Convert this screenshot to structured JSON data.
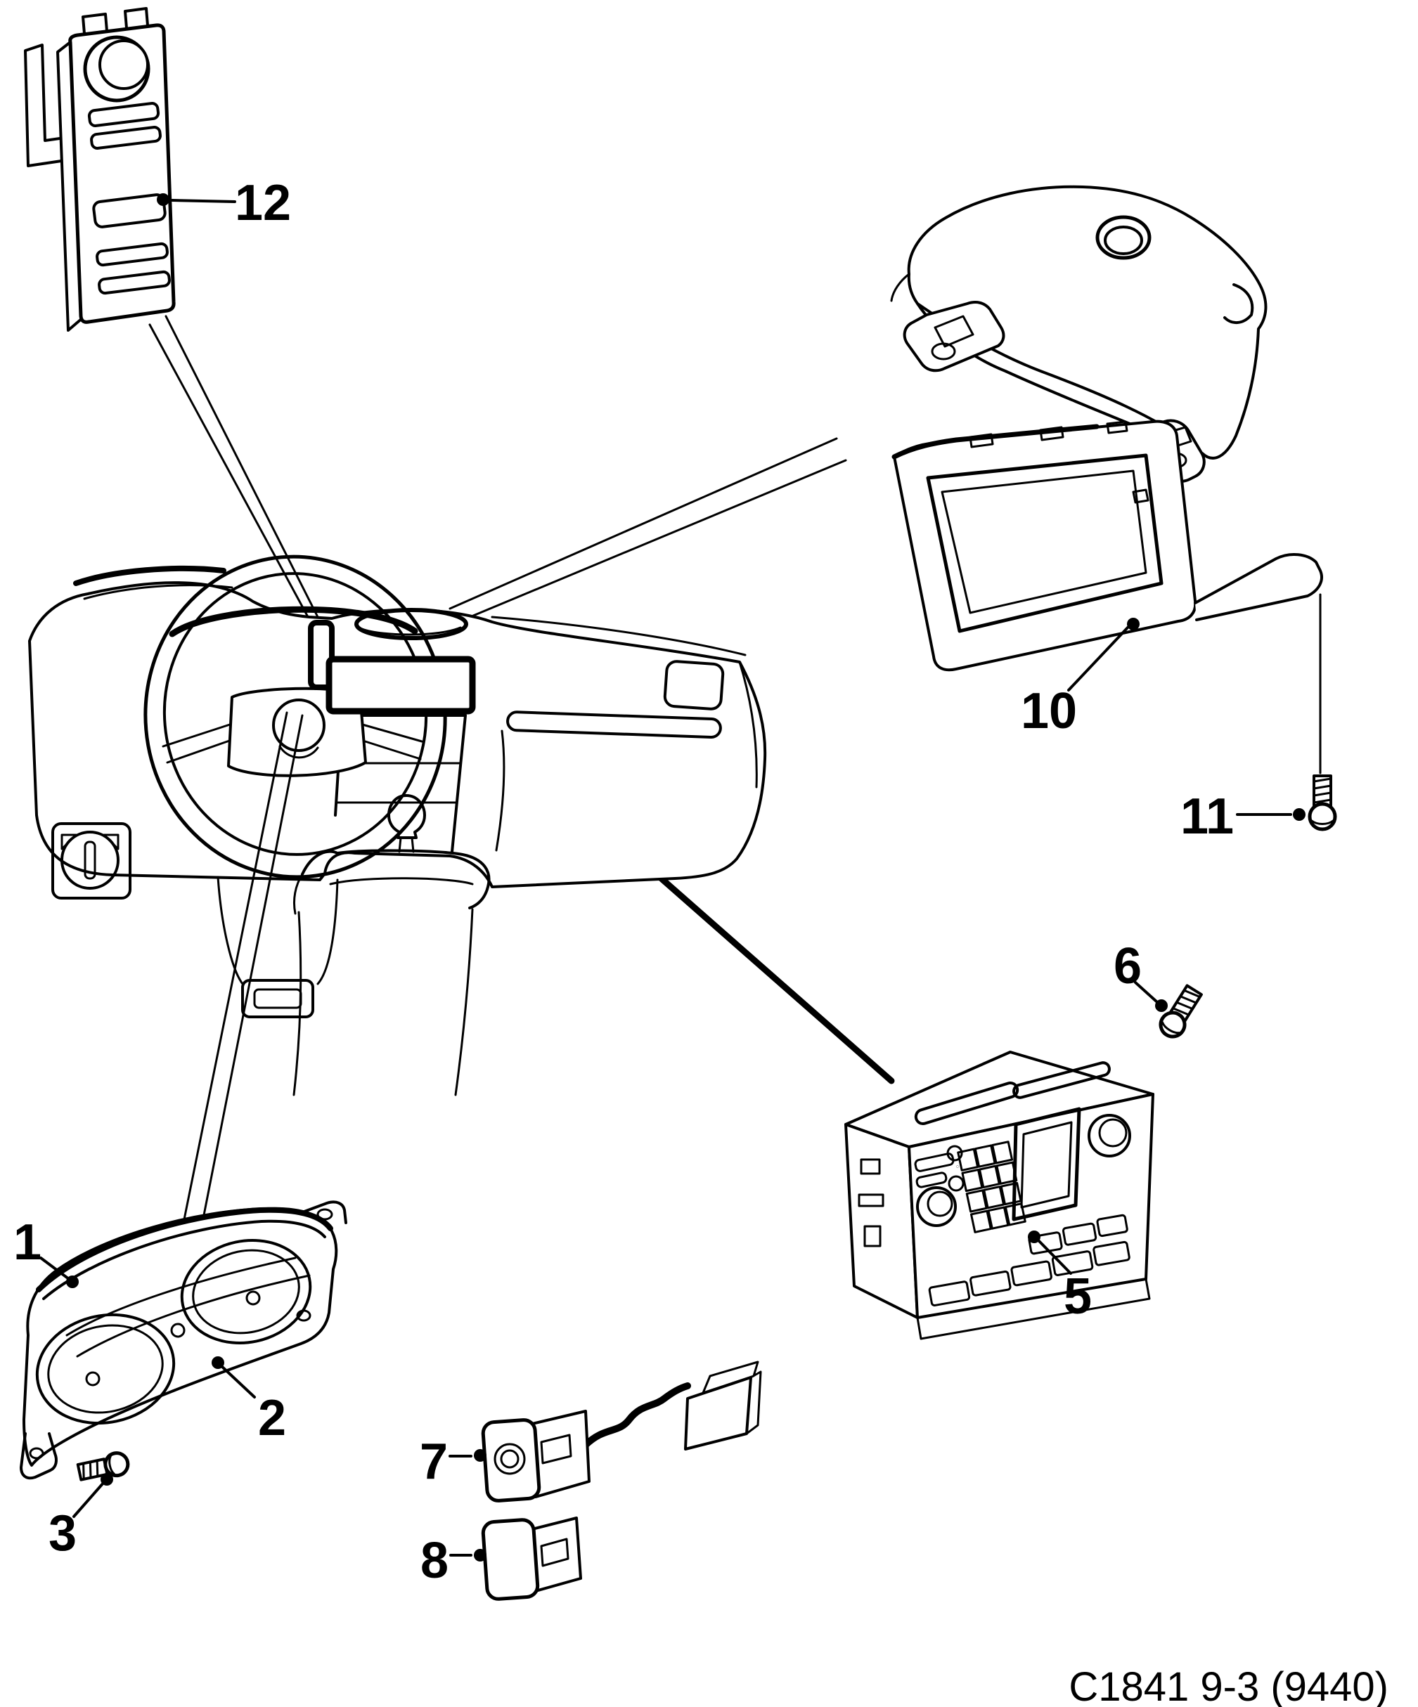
{
  "diagram": {
    "background_color": "#ffffff",
    "line_color": "#000000",
    "code_label": "C1841 9-3 (9440)",
    "callouts": [
      {
        "label": "1"
      },
      {
        "label": "2"
      },
      {
        "label": "3"
      },
      {
        "label": "5"
      },
      {
        "label": "6"
      },
      {
        "label": "7"
      },
      {
        "label": "8"
      },
      {
        "label": "10"
      },
      {
        "label": "11"
      },
      {
        "label": "12"
      }
    ]
  }
}
